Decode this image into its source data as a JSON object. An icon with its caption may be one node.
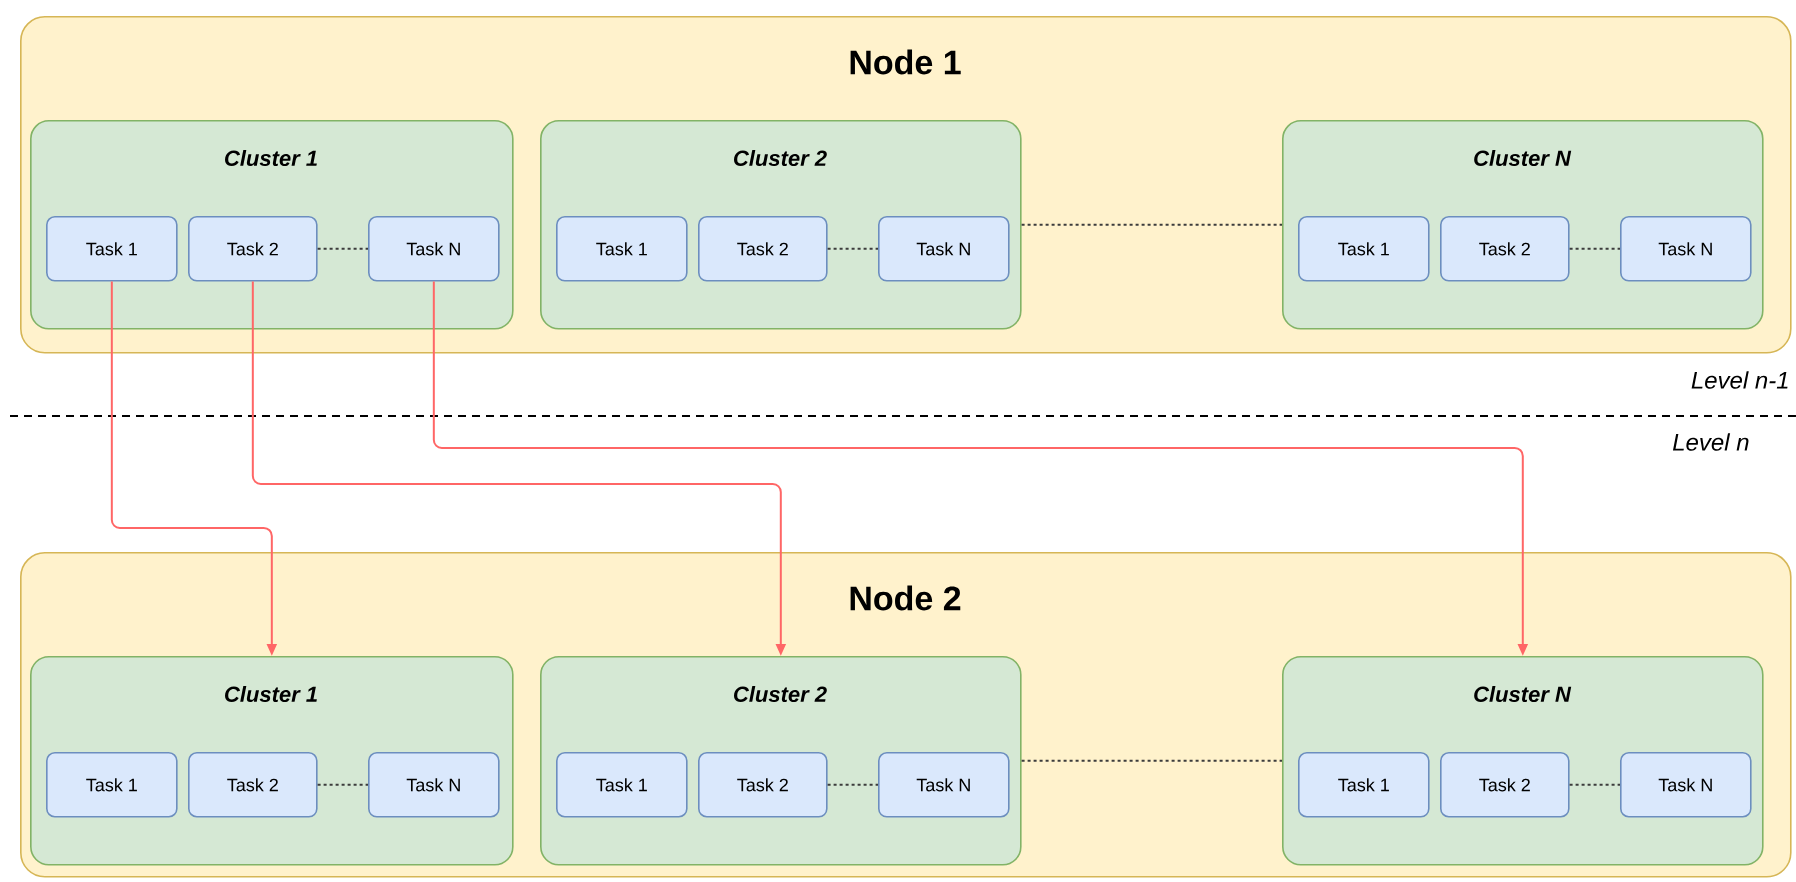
{
  "diagram": {
    "nodes": [
      {
        "text": [
          "Node 1"
        ]
      },
      {
        "text": [
          "Cluster 1"
        ],
        "in": 0
      },
      {
        "text": [
          "Task 1"
        ],
        "in": 1
      },
      {
        "text": [
          "Task 2"
        ],
        "in": 1
      },
      {
        "text": [
          "Task N"
        ],
        "in": 1
      },
      {
        "text": [
          "Cluster 2"
        ],
        "in": 0
      },
      {
        "text": [
          "Task 1"
        ],
        "in": 5
      },
      {
        "text": [
          "Task 2"
        ],
        "in": 5
      },
      {
        "text": [
          "Task N"
        ],
        "in": 5
      },
      {
        "text": [
          "Cluster N"
        ],
        "in": 0
      },
      {
        "text": [
          "Task 1"
        ],
        "in": 9
      },
      {
        "text": [
          "Task 2"
        ],
        "in": 9
      },
      {
        "text": [
          "Task N"
        ],
        "in": 9
      },
      {
        "text": [
          "Node 2"
        ]
      },
      {
        "text": [
          "Cluster 1"
        ],
        "in": 13
      },
      {
        "text": [
          "Task 1"
        ],
        "in": 14
      },
      {
        "text": [
          "Task 2"
        ],
        "in": 14
      },
      {
        "text": [
          "Task N"
        ],
        "in": 14
      },
      {
        "text": [
          "Cluster 2"
        ],
        "in": 13
      },
      {
        "text": [
          "Task 1"
        ],
        "in": 18
      },
      {
        "text": [
          "Task 2"
        ],
        "in": 18
      },
      {
        "text": [
          "Task N"
        ],
        "in": 18
      },
      {
        "text": [
          "Cluster N"
        ],
        "in": 13
      },
      {
        "text": [
          "Task 1"
        ],
        "in": 22
      },
      {
        "text": [
          "Task 2"
        ],
        "in": 22
      },
      {
        "text": [
          "Task N"
        ],
        "in": 22
      }
    ],
    "edges": [
      {
        "from": 3,
        "to": 4,
        "arrow": "none",
        "style": "dashed"
      },
      {
        "from": 7,
        "to": 8,
        "arrow": "none",
        "style": "dashed"
      },
      {
        "from": 11,
        "to": 12,
        "arrow": "none",
        "style": "dashed"
      },
      {
        "from": 5,
        "to": 9,
        "arrow": "none",
        "style": "dashed"
      },
      {
        "from": 16,
        "to": 17,
        "arrow": "none",
        "style": "dashed"
      },
      {
        "from": 20,
        "to": 21,
        "arrow": "none",
        "style": "dashed"
      },
      {
        "from": 24,
        "to": 25,
        "arrow": "none",
        "style": "dashed"
      },
      {
        "from": 18,
        "to": 22,
        "arrow": "none",
        "style": "dashed"
      },
      {
        "from": 2,
        "to": 14,
        "arrow": "to",
        "color": "#ff6666"
      },
      {
        "from": 3,
        "to": 18,
        "arrow": "to",
        "color": "#ff6666"
      },
      {
        "from": 4,
        "to": 22,
        "arrow": "to",
        "color": "#ff6666"
      }
    ],
    "labels": [
      "Level n-1",
      "Level n"
    ]
  }
}
